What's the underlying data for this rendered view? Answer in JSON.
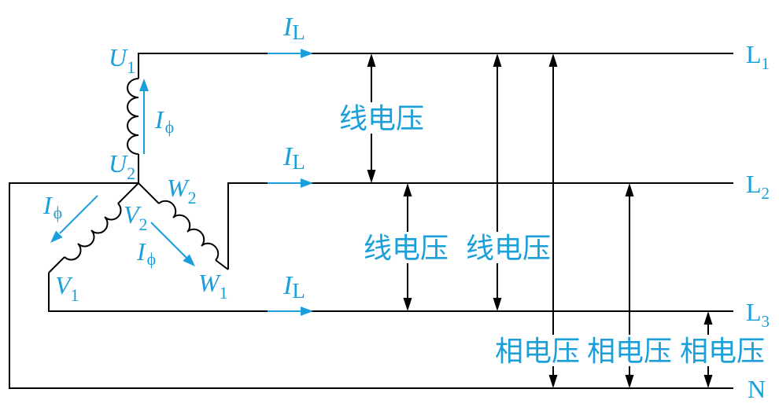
{
  "colors": {
    "accent": "#1a9fda",
    "wire": "#000000"
  },
  "line_labels": {
    "L1": {
      "letter": "L",
      "sub": "1"
    },
    "L2": {
      "letter": "L",
      "sub": "2"
    },
    "L3": {
      "letter": "L",
      "sub": "3"
    },
    "N": {
      "letter": "N"
    }
  },
  "line_currents": [
    {
      "symbol": "I",
      "sub": "L"
    },
    {
      "symbol": "I",
      "sub": "L"
    },
    {
      "symbol": "I",
      "sub": "L"
    }
  ],
  "phase_currents": [
    {
      "symbol": "I",
      "sub": "ϕ"
    },
    {
      "symbol": "I",
      "sub": "ϕ"
    },
    {
      "symbol": "I",
      "sub": "ϕ"
    }
  ],
  "terminals": {
    "U1": {
      "letter": "U",
      "sub": "1"
    },
    "U2": {
      "letter": "U",
      "sub": "2"
    },
    "V1": {
      "letter": "V",
      "sub": "1"
    },
    "V2": {
      "letter": "V",
      "sub": "2"
    },
    "W1": {
      "letter": "W",
      "sub": "1"
    },
    "W2": {
      "letter": "W",
      "sub": "2"
    }
  },
  "line_voltages": [
    "线电压",
    "线电压",
    "线电压"
  ],
  "phase_voltages": [
    "相电压",
    "相电压",
    "相电压"
  ]
}
